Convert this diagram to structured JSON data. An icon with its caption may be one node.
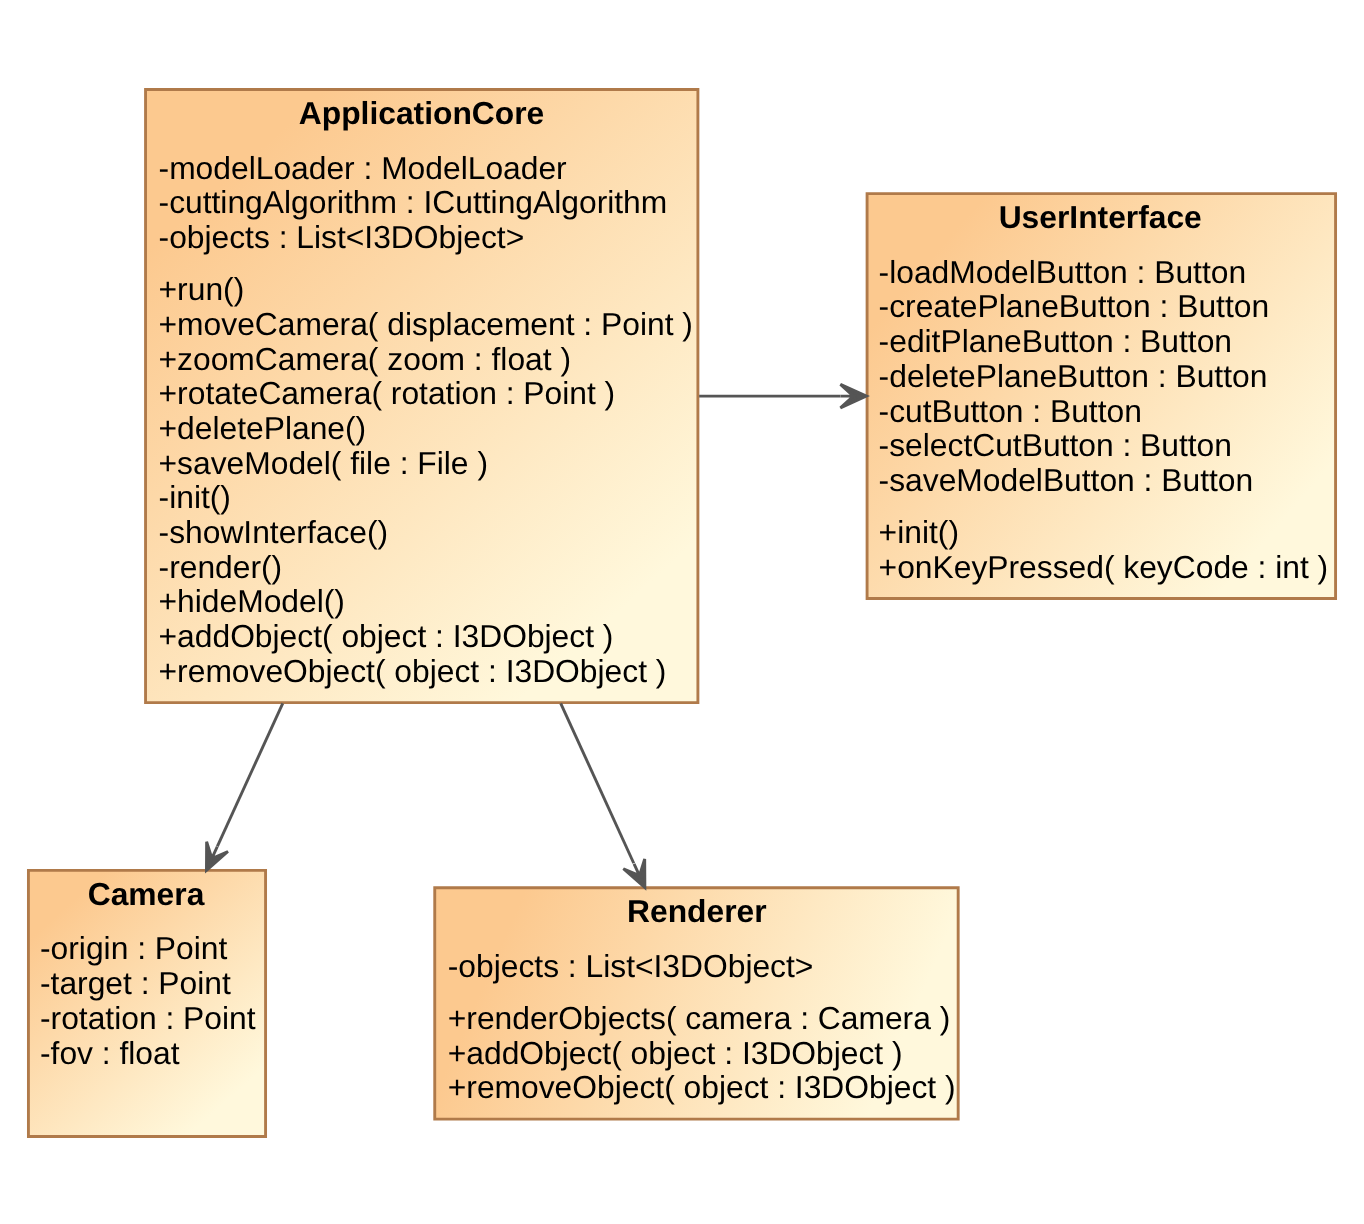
{
  "diagram": {
    "nodes": [
      {
        "text": [
          "ApplicationCore",
          "-modelLoader : ModelLoader",
          "-cuttingAlgorithm : ICuttingAlgorithm",
          "-objects : List<I3DObject>",
          "+run()",
          "+moveCamera( displacement : Point )",
          "+zoomCamera( zoom : float )",
          "+rotateCamera( rotation : Point )",
          "+deletePlane()",
          "+saveModel( file : File )",
          "-init()",
          "-showInterface()",
          "-render()",
          "+hideModel()",
          "+addObject( object : I3DObject )",
          "+removeObject( object : I3DObject )"
        ]
      },
      {
        "text": [
          "UserInterface",
          "-loadModelButton : Button",
          "-createPlaneButton : Button",
          "-editPlaneButton : Button",
          "-deletePlaneButton : Button",
          "-cutButton : Button",
          "-selectCutButton : Button",
          "-saveModelButton : Button",
          "+init()",
          "+onKeyPressed( keyCode : int )"
        ]
      },
      {
        "text": [
          "Camera",
          "-origin : Point",
          "-target : Point",
          "-rotation : Point",
          "-fov : float"
        ]
      },
      {
        "text": [
          "Renderer",
          "-objects : List<I3DObject>",
          "+renderObjects( camera : Camera )",
          "+addObject( object : I3DObject )",
          "+removeObject( object : I3DObject )"
        ]
      }
    ],
    "edges": [
      {
        "from": 0,
        "to": 1,
        "arrow": "to"
      },
      {
        "from": 0,
        "to": 2,
        "arrow": "to"
      },
      {
        "from": 0,
        "to": 3,
        "arrow": "to"
      }
    ]
  }
}
